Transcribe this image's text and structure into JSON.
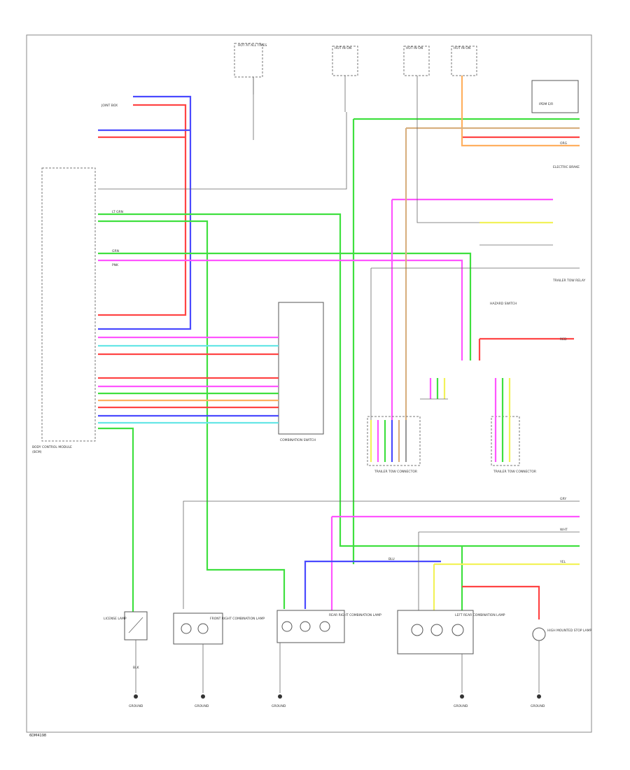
{
  "diagram": {
    "footer_code": "6DM4198",
    "labels": {
      "top_fuse": "HOT AT ALL TIMES",
      "ign_a": "HOT IN ON",
      "ign_b": "HOT IN ON",
      "ign_c": "HOT IN ON",
      "jb_left": "JOINT BOX",
      "bcm": "BODY CONTROL MODULE",
      "bcm_sub": "(BCM)",
      "combination_switch": "COMBINATION SWITCH",
      "hazard_switch": "HAZARD SWITCH",
      "ipdm": "IPDM E/R",
      "trailer_connector_a": "TRAILER TOW CONNECTOR",
      "trailer_connector_b": "TRAILER TOW CONNECTOR",
      "license_switch": "LICENSE LAMP",
      "front_lamp_r": "FRONT RIGHT COMBINATION LAMP",
      "rear_lamp_r": "REAR RIGHT COMBINATION LAMP",
      "rear_lamp_l": "LEFT REAR COMBINATION LAMP",
      "stop_lamp": "HIGH MOUNTED STOP LAMP",
      "gnd_1": "GROUND",
      "gnd_2": "GROUND",
      "gnd_3": "GROUND",
      "gnd_4": "GROUND",
      "gnd_5": "GROUND",
      "relay_a": "ELECTRIC BRAKE",
      "relay_b": "TRAILER TOW RELAY"
    },
    "wire_codes": {
      "grn": "GRN",
      "blu": "BLU",
      "pnk": "PNK",
      "red": "RED",
      "lt_grn": "LT GRN",
      "yel": "YEL",
      "org": "ORG",
      "blk": "BLK",
      "gry": "GRY",
      "wht": "WHT"
    },
    "colors": {
      "green": "#3fe03f",
      "blue": "#4a4aff",
      "pink": "#ff55ff",
      "red": "#ff4444",
      "cyan": "#66e6e6",
      "yellow": "#f2f25a",
      "orange": "#ffb060",
      "grey": "#9a9a9a",
      "brown": "#c89a6a"
    }
  }
}
